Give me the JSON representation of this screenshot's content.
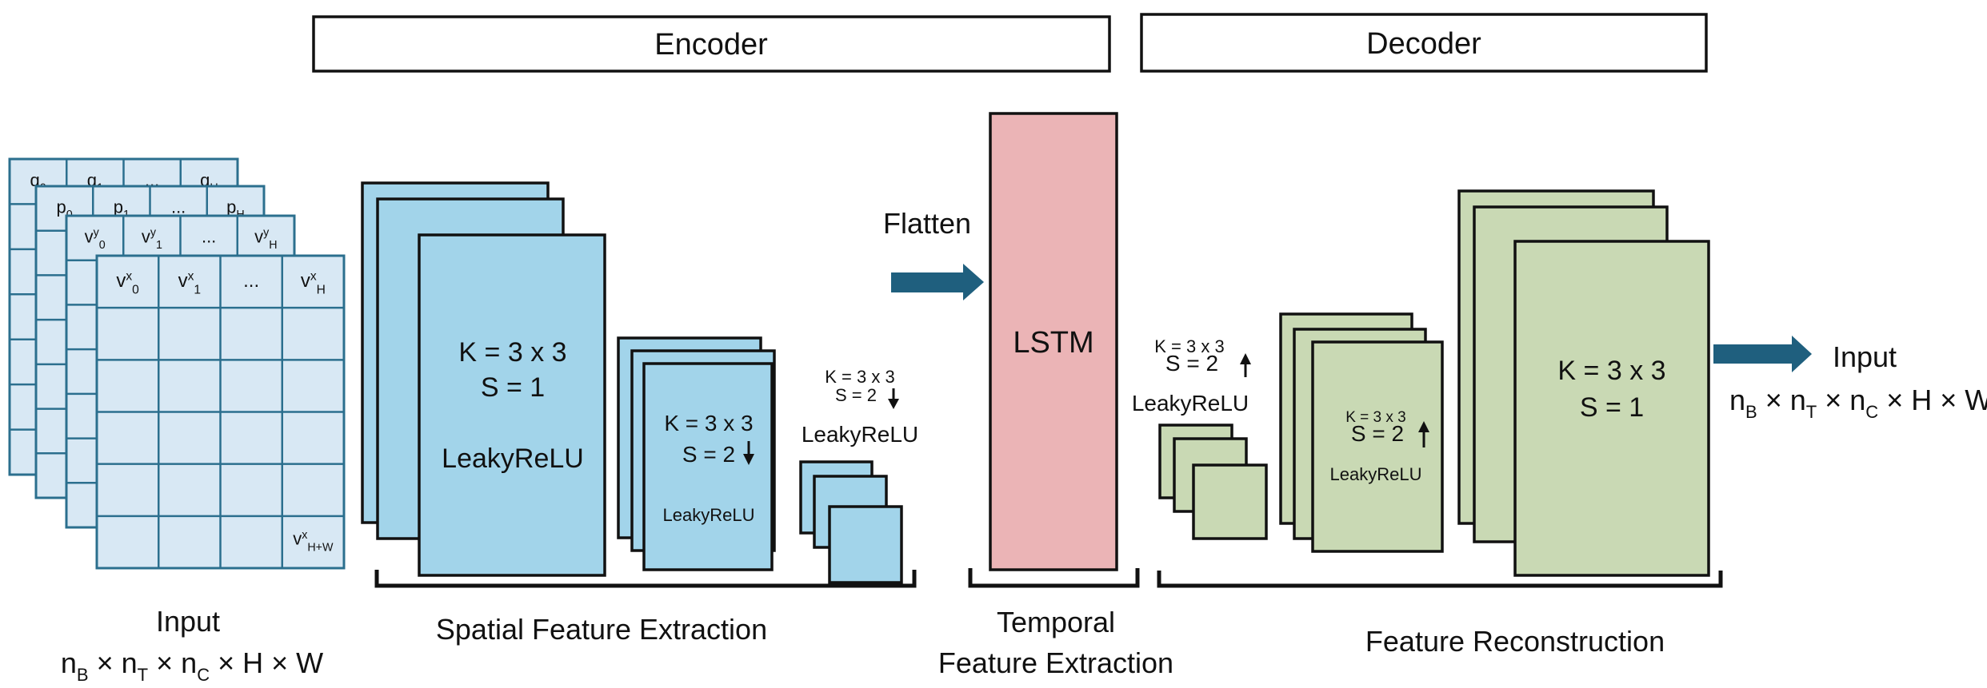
{
  "encoder_label": "Encoder",
  "decoder_label": "Decoder",
  "flatten_label": "Flatten",
  "lstm_label": "LSTM",
  "input_left": {
    "title": "Input",
    "dims": [
      "n",
      "B",
      " × n",
      "T",
      " × n",
      "C",
      " × H × W"
    ],
    "grid_layers": [
      {
        "cells": [
          "q",
          "0",
          "q",
          "1",
          "...",
          "q",
          "H"
        ]
      },
      {
        "cells": [
          "p",
          "0",
          "p",
          "1",
          "...",
          "p",
          "H"
        ]
      },
      {
        "cells": [
          "v",
          "y",
          "0",
          "v",
          "y",
          "1",
          "...",
          "v",
          "y",
          "H"
        ]
      },
      {
        "cells": [
          "v",
          "x",
          "0",
          "v",
          "x",
          "1",
          "...",
          "v",
          "x",
          "H"
        ],
        "last_cell": [
          "v",
          "x",
          "H+W"
        ]
      }
    ]
  },
  "encoder_blocks": {
    "block1": {
      "kernel": "K = 3 x 3",
      "stride": "S = 1",
      "activation": "LeakyReLU"
    },
    "block2": {
      "kernel": "K = 3 x 3",
      "stride": "S = 2",
      "activation": "LeakyReLU"
    },
    "block3": {
      "kernel": "K = 3 x 3",
      "stride": "S = 2",
      "activation": "LeakyReLU"
    }
  },
  "decoder_blocks": {
    "block1": {
      "kernel": "K = 3 x 3",
      "stride": "S = 2",
      "activation": "LeakyReLU"
    },
    "block2": {
      "kernel": "K = 3 x 3",
      "stride": "S = 2",
      "activation": "LeakyReLU"
    },
    "block3": {
      "kernel": "K = 3 x 3",
      "stride": "S = 1"
    }
  },
  "brackets": {
    "spatial": "Spatial Feature Extraction",
    "temporal_line1": "Temporal",
    "temporal_line2": "Feature Extraction",
    "reconstruction": "Feature Reconstruction"
  },
  "output_right": {
    "title": "Input",
    "dims": [
      "n",
      "B",
      " × n",
      "T",
      " × n",
      "C",
      " × H × W"
    ]
  },
  "colors": {
    "encoder_fill": "#a2d4ea",
    "lstm_fill": "#ebb4b6",
    "decoder_fill": "#c9d9b4",
    "grid_fill": "#d8e8f4",
    "grid_line": "#2b6f8e",
    "arrow": "#1f5f7e"
  }
}
